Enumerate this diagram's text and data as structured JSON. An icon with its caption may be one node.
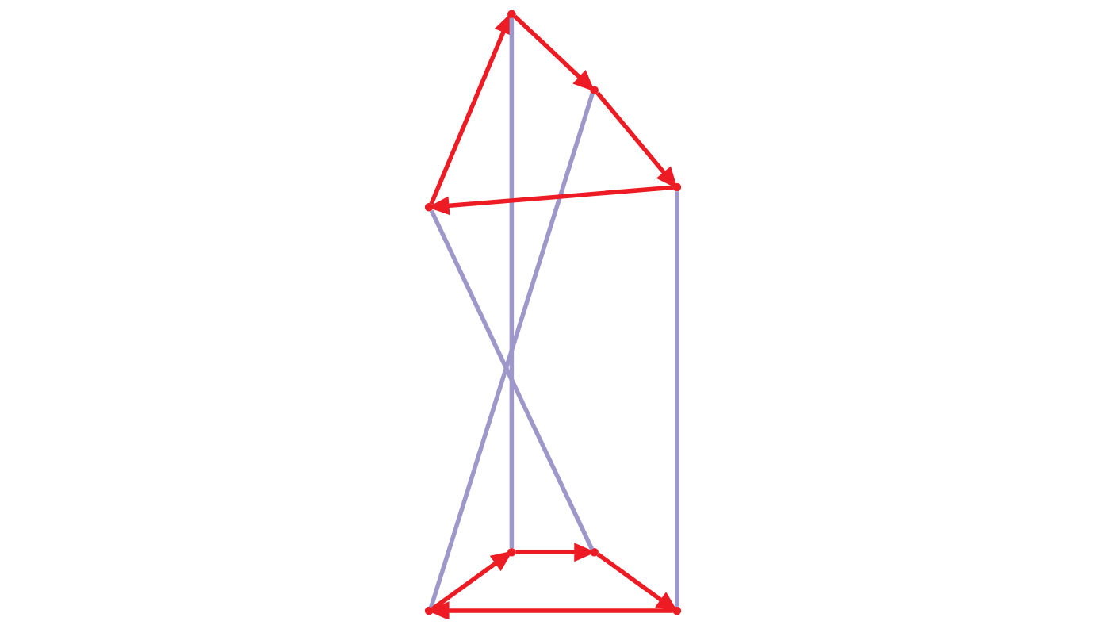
{
  "diagram": {
    "nodes": [
      {
        "text": [],
        "shape": "point"
      },
      {
        "text": [],
        "shape": "point"
      },
      {
        "text": [],
        "shape": "point"
      },
      {
        "text": [],
        "shape": "point"
      },
      {
        "text": [],
        "shape": "point"
      },
      {
        "text": [],
        "shape": "point"
      },
      {
        "text": [],
        "shape": "point"
      },
      {
        "text": [],
        "shape": "point"
      }
    ],
    "edges": [
      {
        "from": 3,
        "to": 0,
        "arrow": "to"
      },
      {
        "from": 0,
        "to": 1,
        "arrow": "to"
      },
      {
        "from": 1,
        "to": 2,
        "arrow": "to"
      },
      {
        "from": 2,
        "to": 3,
        "arrow": "to"
      },
      {
        "from": 7,
        "to": 4,
        "arrow": "to"
      },
      {
        "from": 4,
        "to": 5,
        "arrow": "to"
      },
      {
        "from": 5,
        "to": 6,
        "arrow": "to"
      },
      {
        "from": 6,
        "to": 7,
        "arrow": "to"
      },
      {
        "from": 0,
        "to": 6,
        "arrow": "none",
        "color": "#9e97c9"
      },
      {
        "from": 1,
        "to": 5,
        "arrow": "none",
        "color": "#9e97c9"
      },
      {
        "from": 3,
        "to": 7,
        "arrow": "none",
        "color": "#9e97c9"
      },
      {
        "from": 2,
        "to": 4,
        "arrow": "none",
        "color": "#9e97c9"
      }
    ]
  }
}
